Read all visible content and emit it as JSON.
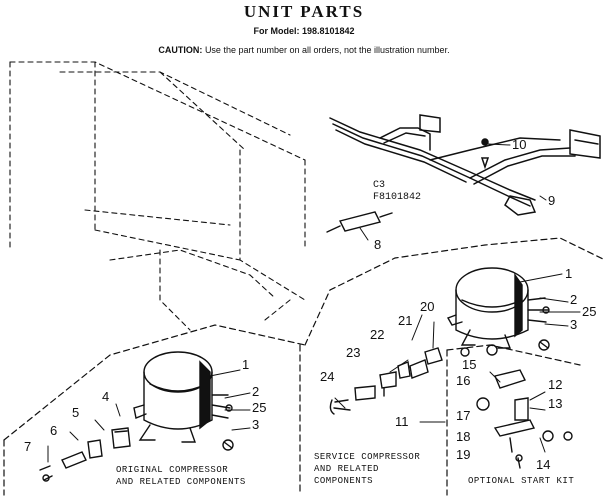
{
  "header": {
    "title": "UNIT PARTS",
    "model_label": "For Model:",
    "model_number": "198.8101842",
    "caution_label": "CAUTION:",
    "caution_text": "Use the part number on all orders, not the illustration number."
  },
  "callouts": {
    "c1_top": "1",
    "c2_top": "2",
    "c25_top": "25",
    "c3_top": "3",
    "c8": "8",
    "c9": "9",
    "c10": "10",
    "c20": "20",
    "c21": "21",
    "c22": "22",
    "c23": "23",
    "c24": "24",
    "c11": "11",
    "c15": "15",
    "c16": "16",
    "c17": "17",
    "c18": "18",
    "c19": "19",
    "c12": "12",
    "c13": "13",
    "c14": "14",
    "c1_orig": "1",
    "c2_orig": "2",
    "c25_orig": "25",
    "c3_orig": "3",
    "c4": "4",
    "c5": "5",
    "c6": "6",
    "c7": "7"
  },
  "codes": {
    "c3_code": "C3",
    "part_code": "F8101842"
  },
  "groups": {
    "original_line1": "ORIGINAL COMPRESSOR",
    "original_line2": "AND RELATED COMPONENTS",
    "service_line1": "SERVICE COMPRESSOR",
    "service_line2": "AND RELATED",
    "service_line3": "COMPONENTS",
    "start_kit": "OPTIONAL START KIT"
  }
}
